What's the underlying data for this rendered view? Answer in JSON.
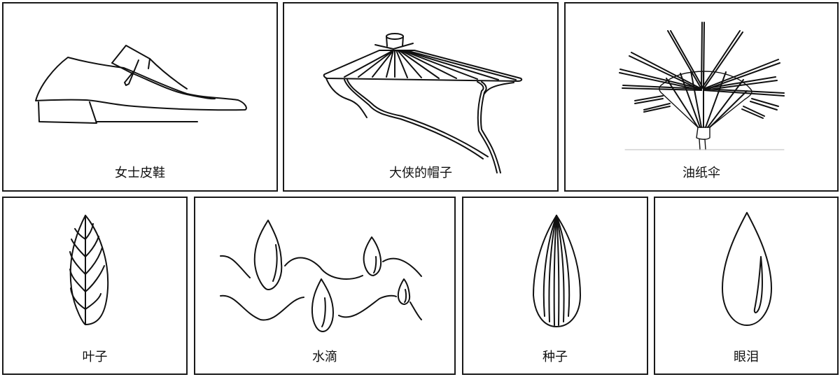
{
  "cards": [
    {
      "label": "女士皮鞋",
      "icon": "shoe-icon"
    },
    {
      "label": "大侠的帽子",
      "icon": "bamboo-hat-icon"
    },
    {
      "label": "油纸伞",
      "icon": "paper-umbrella-icon"
    },
    {
      "label": "叶子",
      "icon": "leaf-icon"
    },
    {
      "label": "水滴",
      "icon": "water-drops-icon"
    },
    {
      "label": "种子",
      "icon": "seed-icon"
    },
    {
      "label": "眼泪",
      "icon": "teardrop-icon"
    }
  ]
}
